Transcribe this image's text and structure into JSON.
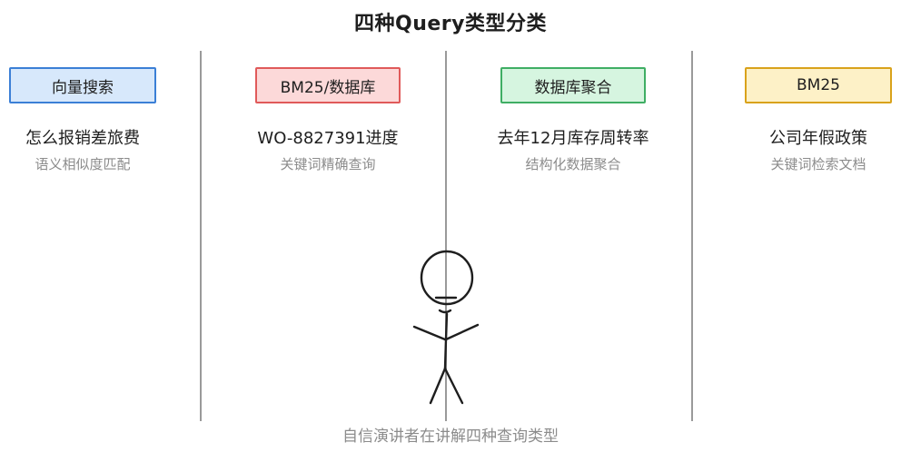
{
  "title": "四种Query类型分类",
  "columns": [
    {
      "type_label": "向量搜索",
      "query": "怎么报销差旅费",
      "description": "语义相似度匹配",
      "color": "blue"
    },
    {
      "type_label": "BM25/数据库",
      "query": "WO-8827391进度",
      "description": "关键词精确查询",
      "color": "red"
    },
    {
      "type_label": "数据库聚合",
      "query": "去年12月库存周转率",
      "description": "结构化数据聚合",
      "color": "green"
    },
    {
      "type_label": "BM25",
      "query": "公司年假政策",
      "description": "关键词检索文档",
      "color": "yellow"
    }
  ],
  "caption": "自信演讲者在讲解四种查询类型",
  "colors": {
    "blue_fill": "#d7e8fb",
    "blue_stroke": "#3b7fd6",
    "red_fill": "#fcd9d9",
    "red_stroke": "#e05a5a",
    "green_fill": "#d6f5e0",
    "green_stroke": "#3fae64",
    "yellow_fill": "#fdf1c7",
    "yellow_stroke": "#d9a21b"
  }
}
